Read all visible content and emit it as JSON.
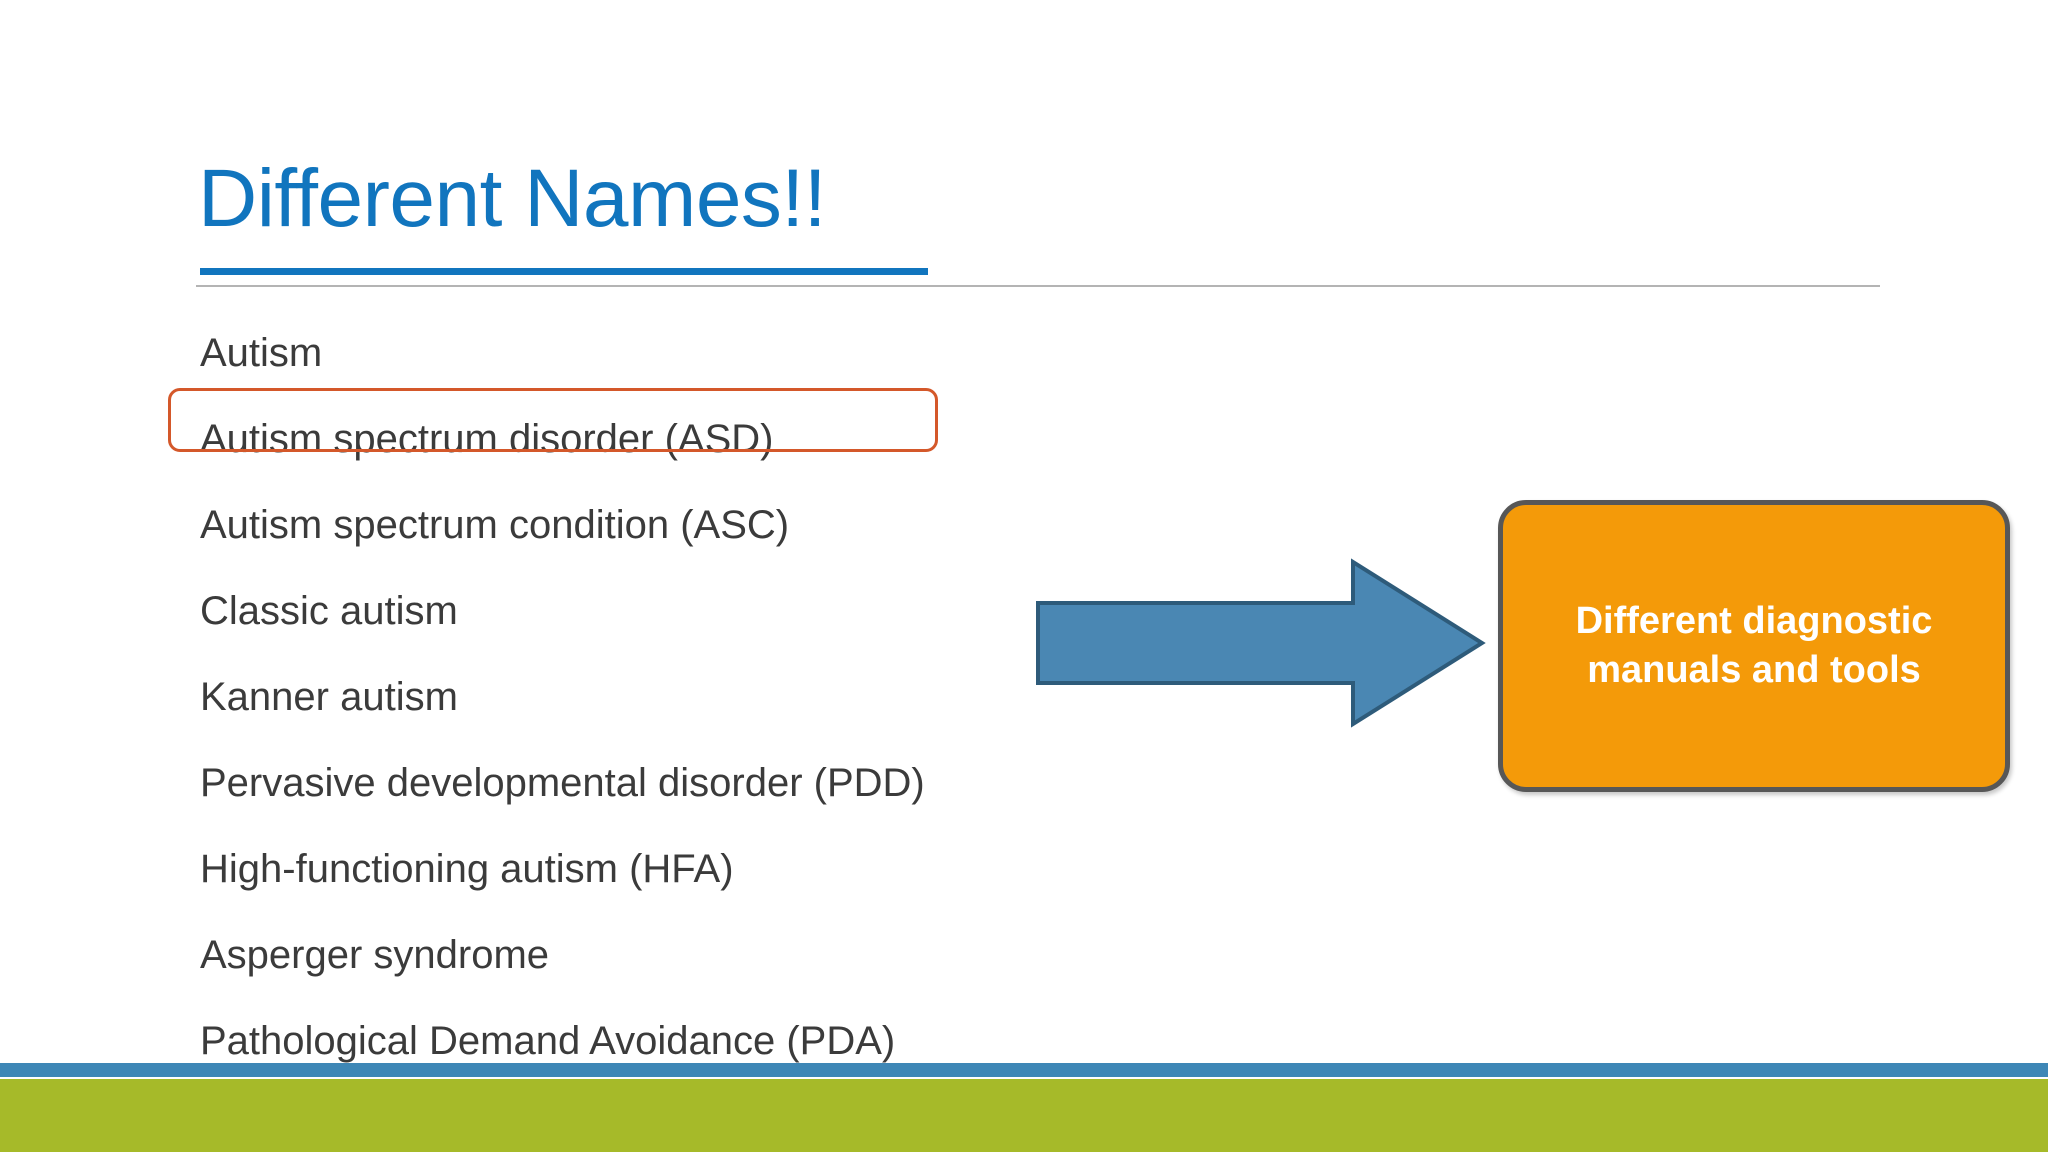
{
  "slide": {
    "title": "Different Names!!",
    "names": [
      "Autism",
      "Autism spectrum disorder (ASD)",
      "Autism spectrum condition (ASC)",
      "Classic autism",
      "Kanner autism",
      "Pervasive developmental disorder (PDD)",
      "High-functioning autism (HFA)",
      "Asperger syndrome",
      "Pathological Demand Avoidance (PDA)"
    ],
    "callout": {
      "text": "Different diagnostic manuals and tools"
    },
    "arrow": {
      "direction": "right"
    },
    "colors": {
      "title_blue": "#1175BE",
      "body_text": "#3B3B3B",
      "highlight_outline": "#D4582A",
      "arrow_fill": "#4A87B3",
      "arrow_stroke": "#2E5B7A",
      "callout_fill": "#F49A09",
      "callout_border": "#575757",
      "callout_text": "#FFFFFF",
      "bottom_bar_blue": "#3E87B6",
      "bottom_bar_green": "#A6BA29",
      "rule_gray": "#B4B4B4",
      "background": "#FFFFFF"
    }
  }
}
